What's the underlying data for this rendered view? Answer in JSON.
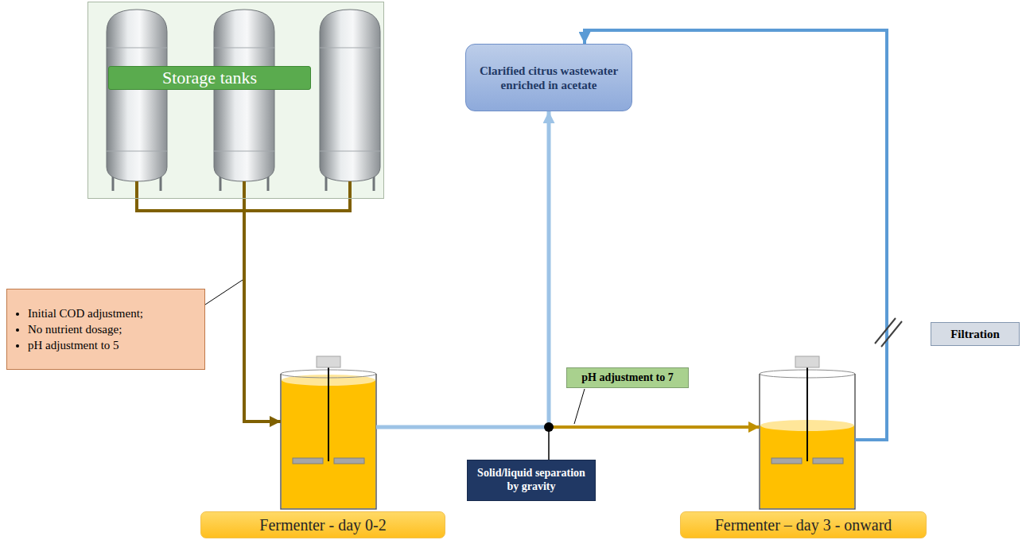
{
  "diagram": {
    "nodes": [
      {
        "text": [
          "Storage tanks"
        ]
      },
      {
        "text": [
          "Clarified citrus wastewater enriched in acetate"
        ]
      },
      {
        "text": [
          "Initial COD adjustment;",
          "No nutrient dosage;",
          "pH adjustment to 5"
        ]
      },
      {
        "text": [
          "pH adjustment to 7"
        ]
      },
      {
        "text": [
          "Filtration"
        ]
      },
      {
        "text": [
          "Fermenter - day 0-2"
        ]
      },
      {
        "text": [
          "Solid/liquid separation by gravity"
        ]
      },
      {
        "text": [
          "Fermenter – day 3 - onward"
        ]
      }
    ],
    "edges": [
      {
        "from": 0,
        "to": 5,
        "arrow": "to"
      },
      {
        "from": 5,
        "to": 7,
        "arrow": "to"
      },
      {
        "from": 5,
        "to": 1,
        "arrow": "to"
      },
      {
        "from": 7,
        "to": 1,
        "arrow": "to"
      }
    ]
  }
}
